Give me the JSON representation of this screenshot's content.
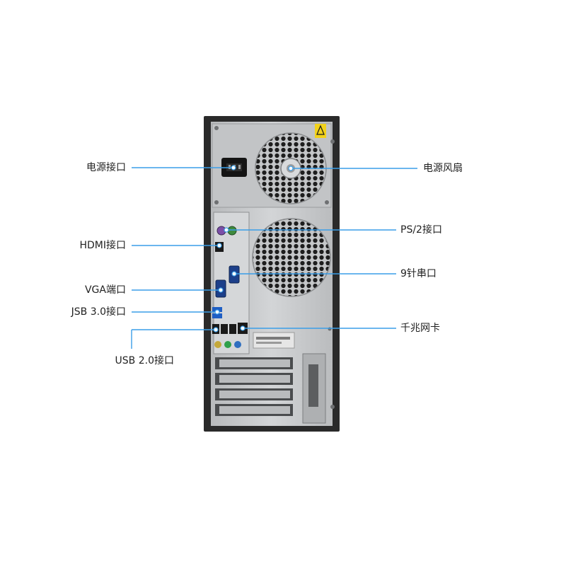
{
  "colors": {
    "callout_line": "#3a9ee8",
    "callout_dot": "#ffffff",
    "chassis_frame": "#2a2a2a",
    "panel_metal": "#c9cbcd",
    "warning_label": "#f2d21b"
  },
  "labels": {
    "power_socket": "电源接口",
    "power_fan": "电源风扇",
    "ps2_port": "PS/2接口",
    "hdmi_port": "HDMI接口",
    "serial_port": "9针串口",
    "vga_port": "VGA端口",
    "usb3_port": "JSB 3.0接口",
    "gigabit_nic": "千兆网卡",
    "usb2_port": "USB 2.0接口"
  },
  "icons": {
    "warning": "warning-triangle-icon",
    "fan": "fan-grille-icon",
    "power": "power-socket-icon"
  }
}
